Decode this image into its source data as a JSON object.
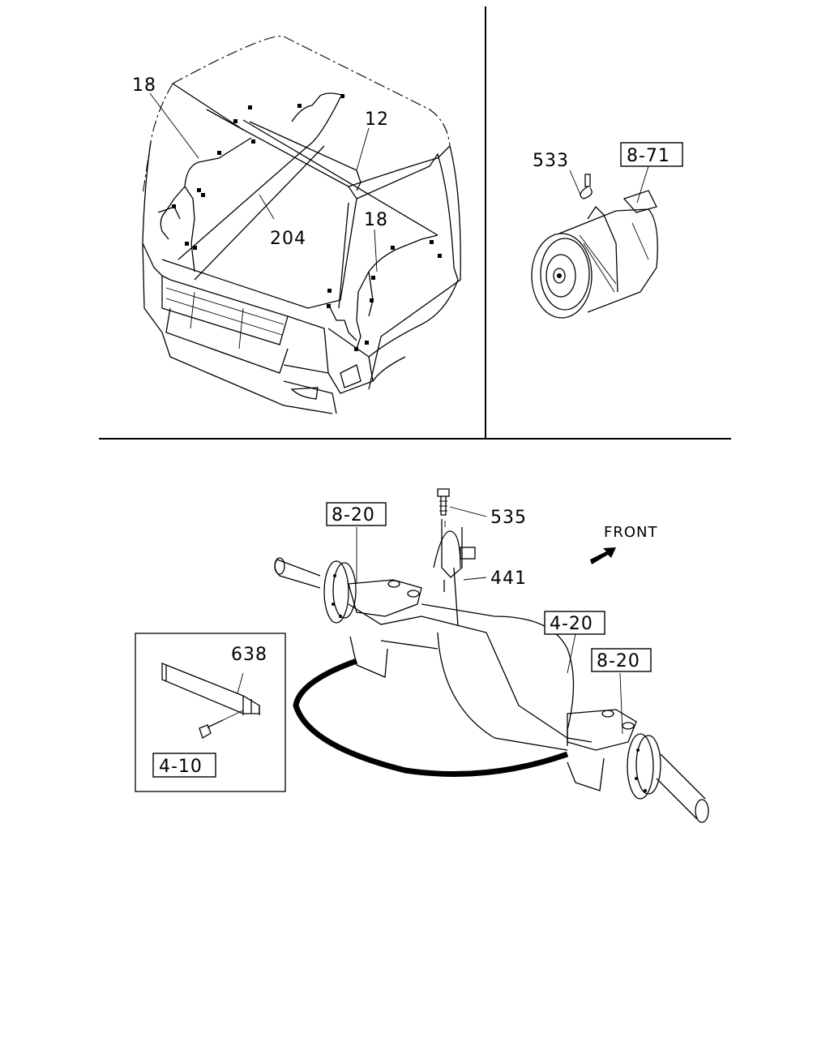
{
  "callouts": {
    "harness_left": "18",
    "harness_top": "12",
    "harness_center": "204",
    "harness_right": "18",
    "compressor_part": "533",
    "compressor_ref": "8-71",
    "bolt": "535",
    "sensor": "441",
    "axle_ref_left": "8-20",
    "axle_ref_right": "8-20",
    "axle_housing_ref": "4-20",
    "bracket": "638",
    "bracket_ref": "4-10"
  },
  "front_label": "FRONT"
}
